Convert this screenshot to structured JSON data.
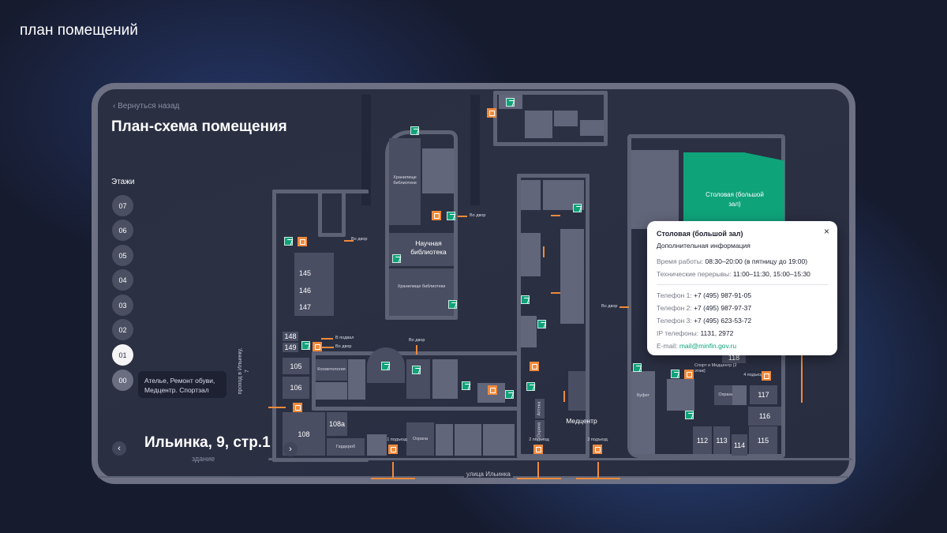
{
  "page_title": "план помещений",
  "panel": {
    "back_link": "Вернуться назад",
    "heading": "План-схема помещения",
    "floors_label": "Этажи",
    "floors": [
      "07",
      "06",
      "05",
      "04",
      "03",
      "02",
      "01",
      "00"
    ],
    "tooltip": "Ателье, Ремонт обуви, Медцентр. Спортзал",
    "address": "Ильинка, 9, стр.1",
    "address_sub": "здание",
    "prev": "‹",
    "next": "›"
  },
  "map": {
    "rooms": {
      "r145": "145",
      "r146": "146",
      "r147": "147",
      "r148": "148",
      "r149": "149",
      "r105": "105",
      "r106": "106",
      "r108": "108",
      "r108a": "108а",
      "r112": "112",
      "r113": "113",
      "r114": "114",
      "r115": "115",
      "r116": "116",
      "r117": "117",
      "r118": "118"
    },
    "labels": {
      "library": "Научная библиотека",
      "storage1": "Хранилище библиотеки",
      "storage2": "Хранилище библиотеки",
      "medcenter": "Медцентр",
      "canteen": "Столовая (большой зал)",
      "cosmetology": "Косметология",
      "wardrobe": "Гардероб",
      "security1": "Охрана",
      "security2": "Охрана",
      "security3": "Охрана",
      "pharmacy": "Аптека",
      "entrance1": "1 подъезд",
      "entrance2": "2 подъезд",
      "entrance3": "3 подъезд",
      "entrance4": "4 подъезд",
      "yard1": "Во двор",
      "yard2": "Во двор",
      "yard3": "Во двор",
      "yard4": "Во двор",
      "yard5": "Во двор",
      "basement": "В подвал",
      "sport": "Спорт и Медцентр (2 этаж)",
      "buffet": "Буфет",
      "street": "улица Ильинка",
      "passage": "проход в Ильинку, 7"
    }
  },
  "popup": {
    "title": "Столовая  (большой зал)",
    "subtitle": "Дополнительная информация",
    "hours_label": "Время работы:",
    "hours": "08:30–20:00 (в пятницу до 19:00)",
    "breaks_label": "Технические перерывы:",
    "breaks": "11:00–11:30, 15:00–15:30",
    "phone1_label": "Телефон 1:",
    "phone1": "+7 (495) 987-91-05",
    "phone2_label": "Телефон 2:",
    "phone2": "+7 (495) 987-97-37",
    "phone3_label": "Телефон 3:",
    "phone3": "+7 (495) 623-53-72",
    "ip_label": "IP телефоны:",
    "ip": "1131, 2972",
    "email_label": "E-mail:",
    "email": "mail@minfin.gov.ru",
    "close": "×"
  },
  "colors": {
    "accent": "#0fa37a",
    "orange": "#f08a3c",
    "panel": "#2a2f42"
  }
}
